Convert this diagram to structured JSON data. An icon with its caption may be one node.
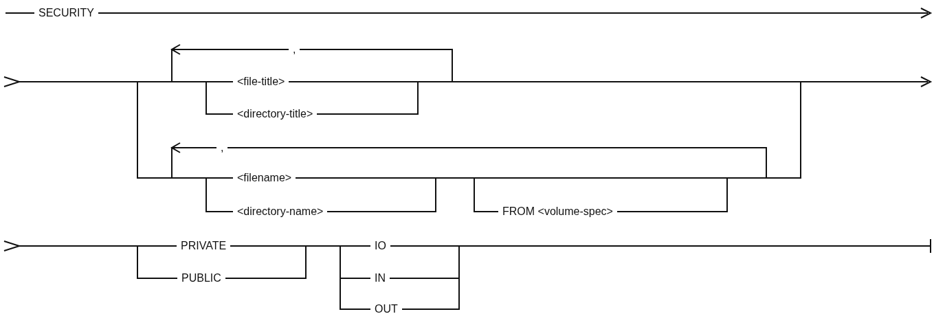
{
  "diagram": {
    "nodes": [
      {
        "text": [
          "SECURITY"
        ]
      },
      {
        "text": [
          "<file-title>"
        ]
      },
      {
        "text": [
          "<directory-title>"
        ]
      },
      {
        "text": [
          "<filename>"
        ]
      },
      {
        "text": [
          "<directory-name>"
        ]
      },
      {
        "text": [
          "FROM <volume-spec>"
        ]
      },
      {
        "text": [
          "PRIVATE"
        ]
      },
      {
        "text": [
          "PUBLIC"
        ]
      },
      {
        "text": [
          "IO"
        ]
      },
      {
        "text": [
          "IN"
        ]
      },
      {
        "text": [
          "OUT"
        ]
      }
    ],
    "labels": [
      ",",
      ","
    ]
  }
}
